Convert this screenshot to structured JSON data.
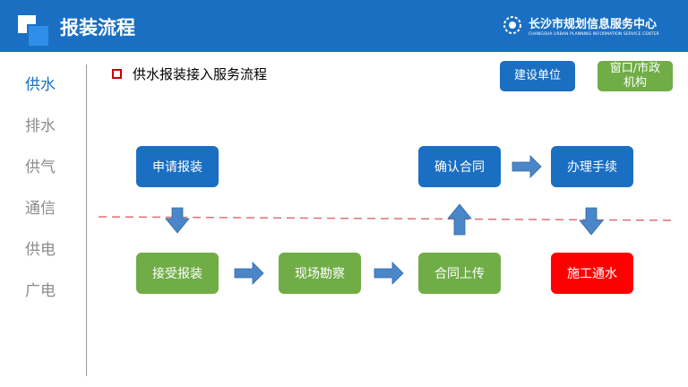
{
  "header": {
    "title": "报装流程",
    "org_name": "长沙市规划信息服务中心",
    "org_name_en": "CHANGSHA URBAN PLANNING INFORMATION SERVICE CENTER"
  },
  "sidebar": {
    "items": [
      {
        "label": "供水",
        "active": true
      },
      {
        "label": "排水",
        "active": false
      },
      {
        "label": "供气",
        "active": false
      },
      {
        "label": "通信",
        "active": false
      },
      {
        "label": "供电",
        "active": false
      },
      {
        "label": "广电",
        "active": false
      }
    ]
  },
  "section": {
    "title": "供水报装接入服务流程"
  },
  "legend": {
    "builder": "建设单位",
    "municipal_line1": "窗口/市政",
    "municipal_line2": "机构"
  },
  "flow": {
    "apply": "申请报装",
    "accept": "接受报装",
    "survey": "现场勘察",
    "upload": "合同上传",
    "confirm": "确认合同",
    "handle": "办理手续",
    "connect": "施工通水"
  },
  "colors": {
    "header": "#1a6fc2",
    "builder": "#1a6fc2",
    "municipal": "#70ad47",
    "final": "#ff0000",
    "arrow": "#4a86c8",
    "divider": "#e07070",
    "active_nav": "#1a6fc2",
    "inactive_nav": "#8c8c8c"
  }
}
